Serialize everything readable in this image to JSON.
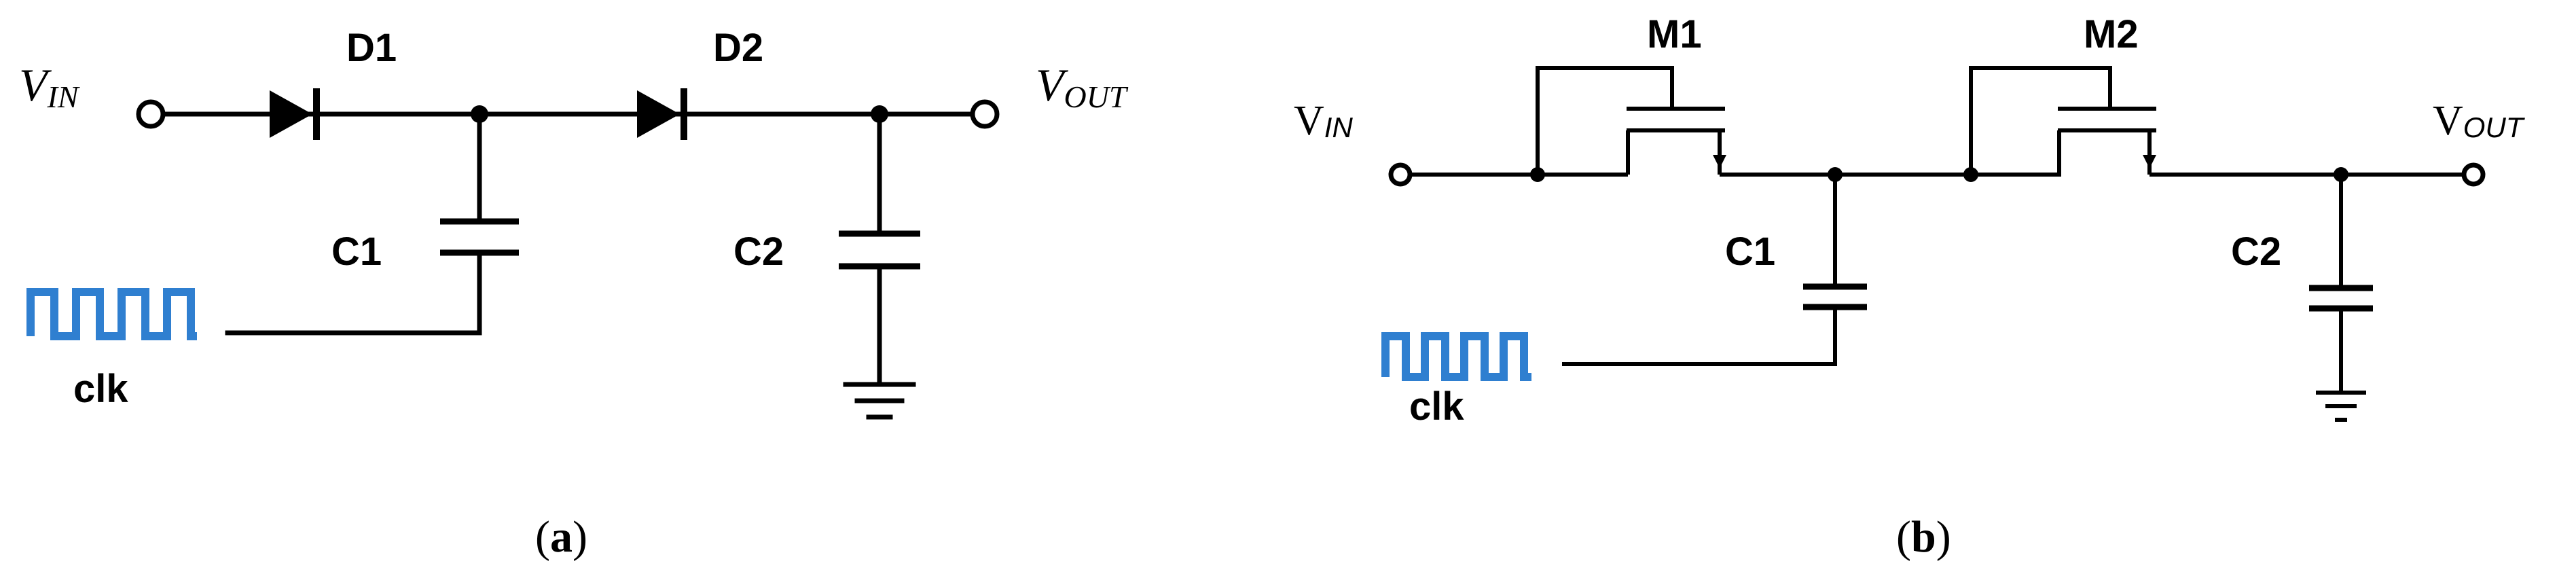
{
  "panel_a": {
    "vin": {
      "main": "V",
      "sub": "IN"
    },
    "vout": {
      "main": "V",
      "sub": "OUT"
    },
    "d1": "D1",
    "d2": "D2",
    "c1": "C1",
    "c2": "C2",
    "clk": "clk",
    "caption": {
      "open": "(",
      "letter": "a",
      "close": ")"
    }
  },
  "panel_b": {
    "vin": {
      "main": "V",
      "sub": "IN"
    },
    "vout": {
      "main": "V",
      "sub": "OUT"
    },
    "m1": "M1",
    "m2": "M2",
    "c1": "C1",
    "c2": "C2",
    "clk": "clk",
    "caption": {
      "open": "(",
      "letter": "b",
      "close": ")"
    }
  },
  "colors": {
    "clock": "#2f7fd0",
    "wire": "#000000"
  }
}
